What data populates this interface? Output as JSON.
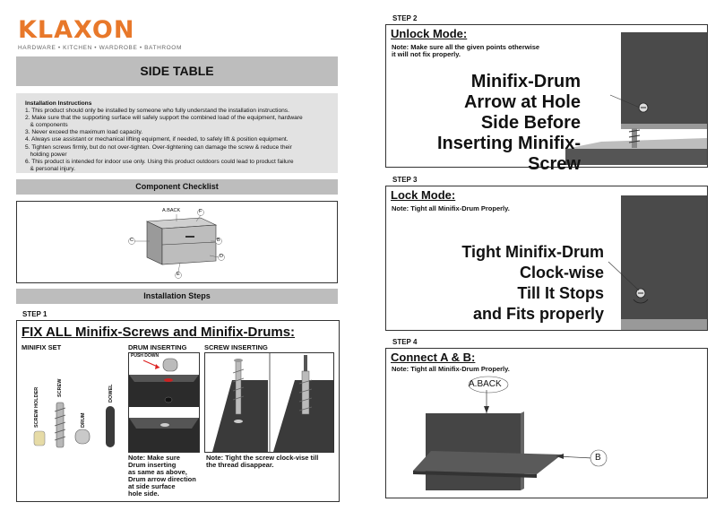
{
  "brand": {
    "name": "KLAXON",
    "tagline": "HARDWARE • KITCHEN • WARDROBE • BATHROOM",
    "accent": "#e8782a"
  },
  "title": "SIDE TABLE",
  "instructions": {
    "heading": "Installation Instructions",
    "lines": [
      "1. This product should only be installed by someone who fully understand the installation instructions.",
      "2. Make sure that the supporting surface will safely support the combined load of the equipment, hardware",
      "   & components",
      "3. Never exceed the maximum load capacity.",
      "4. Always use assistant or mechanical lifting equipment, if needed, to safely lift & position equipment.",
      "5. Tighten screws firmly, but do not over-tighten. Over-tightening can damage the screw & reduce their",
      "   holding power",
      "6. This product is intended for indoor use only. Using this product outdoors could lead to product failure",
      "   & personal injury."
    ]
  },
  "component_checklist": {
    "label": "Component Checklist",
    "parts": {
      "a": "A.BACK",
      "c": "C",
      "b": "B",
      "d": "D",
      "e": "E",
      "f": "F"
    }
  },
  "installation_steps_label": "Installation Steps",
  "step1": {
    "label": "STEP 1",
    "title": "FIX ALL Minifix-Screws and Minifix-Drums:",
    "minifix_set": "MINIFIX SET",
    "drum_inserting": "DRUM INSERTING",
    "screw_inserting": "SCREW INSERTING",
    "push_down": "PUSH DOWN",
    "parts": {
      "screw_holder": "SCREW HOLDER",
      "screw": "SCREW",
      "drum": "DRUM",
      "dowel": "DOWEL"
    },
    "drum_note": [
      "Note: Make sure",
      "Drum inserting",
      "as same as above,",
      "Drum arrow direction",
      "at side surface",
      "hole side."
    ],
    "screw_note": [
      "Note: Tight the screw clock-vise till",
      "the thread disappear."
    ]
  },
  "step2": {
    "label": "STEP 2",
    "title": "Unlock Mode:",
    "note": [
      "Note: Make sure all the given points otherwise",
      "it will not fix properly."
    ],
    "big_text": [
      "Minifix-Drum",
      "Arrow at Hole",
      "Side Before",
      "Inserting Minifix-Screw"
    ]
  },
  "step3": {
    "label": "STEP 3",
    "title": "Lock Mode:",
    "note": "Note: Tight all Minifix-Drum Properly.",
    "big_text": [
      "Tight Minifix-Drum",
      "Clock-wise",
      "Till It Stops",
      "and Fits properly"
    ]
  },
  "step4": {
    "label": "STEP 4",
    "title": "Connect A & B:",
    "note": "Note: Tight all Minifix-Drum Properly.",
    "label_a": "A.BACK",
    "label_b": "B"
  }
}
